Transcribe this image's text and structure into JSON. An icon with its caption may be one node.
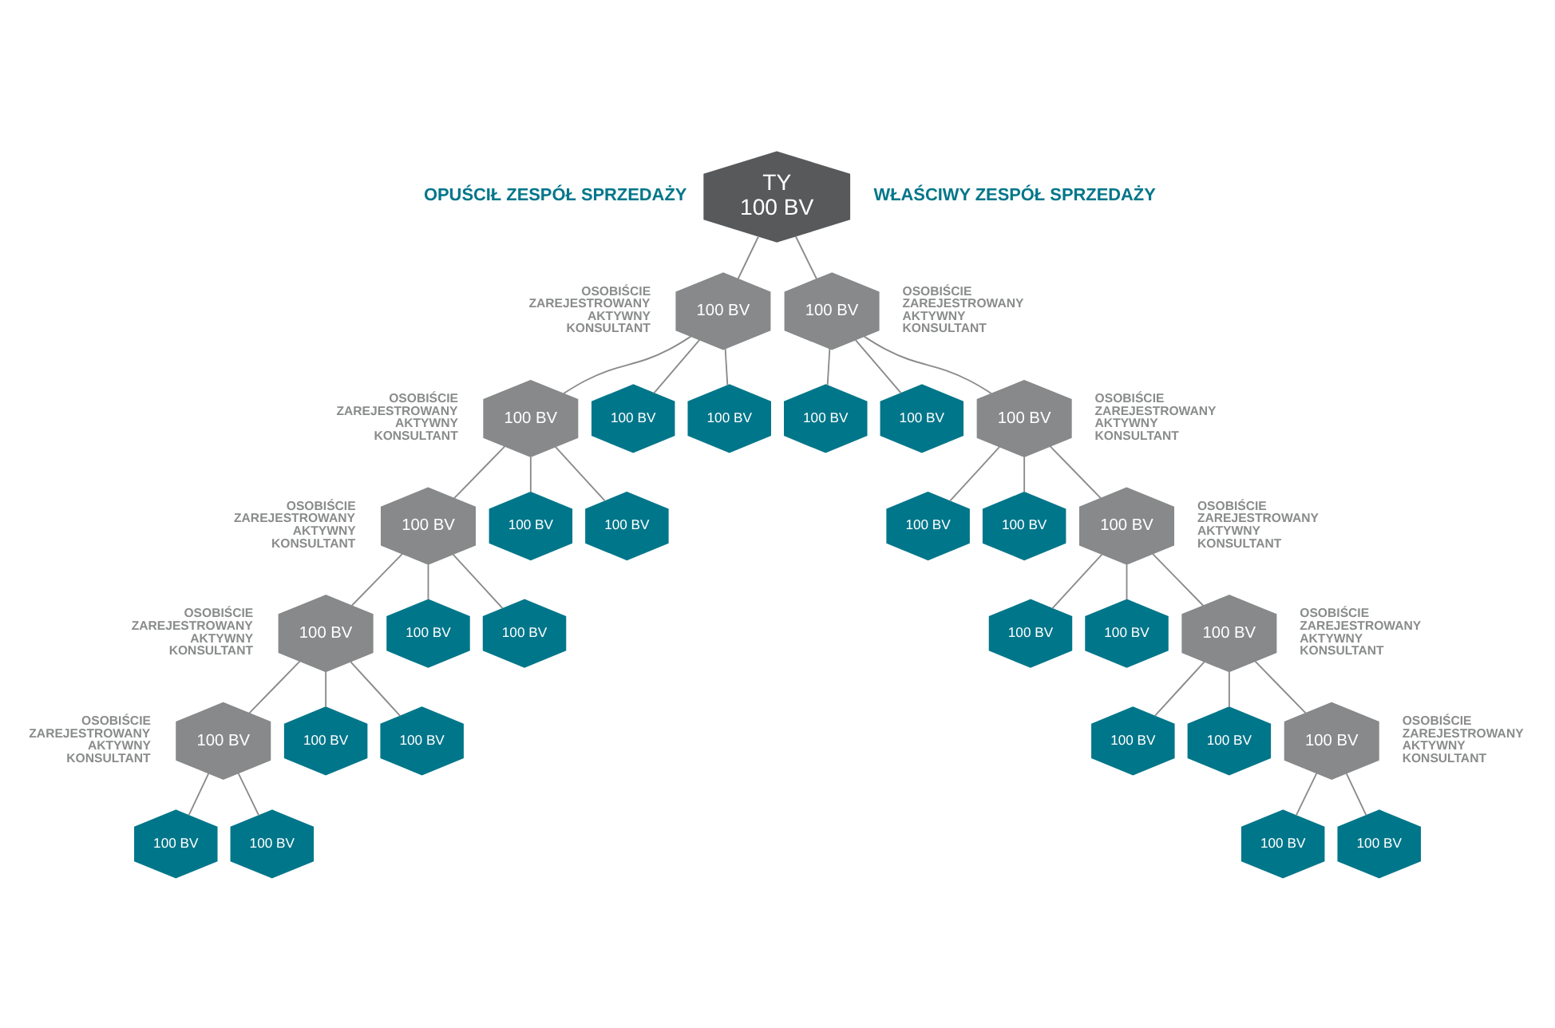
{
  "diagram": {
    "nodes": [
      {
        "text": [
          "TY",
          "100 BV"
        ]
      },
      {
        "text": [
          "100 BV"
        ],
        "beside": [
          "OSOBIŚCIE ZAREJESTROWANY AKTYWNY KONSULTANT"
        ]
      },
      {
        "text": [
          "100 BV"
        ]
      },
      {
        "text": [
          "100 BV"
        ]
      },
      {
        "text": [
          "100 BV"
        ],
        "beside": [
          "OSOBIŚCIE ZAREJESTROWANY AKTYWNY KONSULTANT"
        ]
      },
      {
        "text": [
          "100 BV"
        ]
      },
      {
        "text": [
          "100 BV"
        ]
      },
      {
        "text": [
          "100 BV"
        ],
        "beside": [
          "OSOBIŚCIE ZAREJESTROWANY AKTYWNY KONSULTANT"
        ]
      },
      {
        "text": [
          "100 BV"
        ]
      },
      {
        "text": [
          "100 BV"
        ]
      },
      {
        "text": [
          "100 BV"
        ],
        "beside": [
          "OSOBIŚCIE ZAREJESTROWANY AKTYWNY KONSULTANT"
        ]
      },
      {
        "text": [
          "100 BV"
        ]
      },
      {
        "text": [
          "100 BV"
        ]
      },
      {
        "text": [
          "100 BV"
        ],
        "beside": [
          "OSOBIŚCIE ZAREJESTROWANY AKTYWNY KONSULTANT"
        ]
      },
      {
        "text": [
          "100 BV"
        ]
      },
      {
        "text": [
          "100 BV"
        ]
      },
      {
        "text": [
          "100 BV"
        ],
        "beside": [
          "OSOBIŚCIE ZAREJESTROWANY AKTYWNY KONSULTANT"
        ]
      },
      {
        "text": [
          "100 BV"
        ]
      },
      {
        "text": [
          "100 BV"
        ]
      },
      {
        "text": [
          "100 BV"
        ],
        "beside": [
          "OSOBIŚCIE ZAREJESTROWANY AKTYWNY KONSULTANT"
        ]
      },
      {
        "text": [
          "100 BV"
        ]
      },
      {
        "text": [
          "100 BV"
        ]
      },
      {
        "text": [
          "100 BV"
        ],
        "beside": [
          "OSOBIŚCIE ZAREJESTROWANY AKTYWNY KONSULTANT"
        ]
      },
      {
        "text": [
          "100 BV"
        ]
      },
      {
        "text": [
          "100 BV"
        ]
      },
      {
        "text": [
          "100 BV"
        ],
        "beside": [
          "OSOBIŚCIE ZAREJESTROWANY AKTYWNY KONSULTANT"
        ]
      },
      {
        "text": [
          "100 BV"
        ]
      },
      {
        "text": [
          "100 BV"
        ]
      },
      {
        "text": [
          "100 BV"
        ],
        "beside": [
          "OSOBIŚCIE ZAREJESTROWANY AKTYWNY KONSULTANT"
        ]
      },
      {
        "text": [
          "100 BV"
        ]
      },
      {
        "text": [
          "100 BV"
        ]
      }
    ],
    "edges": [
      {
        "from": 0,
        "to": 1,
        "arrow": "none"
      },
      {
        "from": 0,
        "to": 16,
        "arrow": "none"
      },
      {
        "from": 1,
        "to": 2,
        "arrow": "none"
      },
      {
        "from": 1,
        "to": 3,
        "arrow": "none"
      },
      {
        "from": 1,
        "to": 4,
        "arrow": "none"
      },
      {
        "from": 4,
        "to": 5,
        "arrow": "none"
      },
      {
        "from": 4,
        "to": 6,
        "arrow": "none"
      },
      {
        "from": 4,
        "to": 7,
        "arrow": "none"
      },
      {
        "from": 7,
        "to": 8,
        "arrow": "none"
      },
      {
        "from": 7,
        "to": 9,
        "arrow": "none"
      },
      {
        "from": 7,
        "to": 10,
        "arrow": "none"
      },
      {
        "from": 10,
        "to": 11,
        "arrow": "none"
      },
      {
        "from": 10,
        "to": 12,
        "arrow": "none"
      },
      {
        "from": 10,
        "to": 13,
        "arrow": "none"
      },
      {
        "from": 13,
        "to": 14,
        "arrow": "none"
      },
      {
        "from": 13,
        "to": 15,
        "arrow": "none"
      },
      {
        "from": 16,
        "to": 17,
        "arrow": "none"
      },
      {
        "from": 16,
        "to": 18,
        "arrow": "none"
      },
      {
        "from": 16,
        "to": 19,
        "arrow": "none"
      },
      {
        "from": 19,
        "to": 20,
        "arrow": "none"
      },
      {
        "from": 19,
        "to": 21,
        "arrow": "none"
      },
      {
        "from": 19,
        "to": 22,
        "arrow": "none"
      },
      {
        "from": 22,
        "to": 23,
        "arrow": "none"
      },
      {
        "from": 22,
        "to": 24,
        "arrow": "none"
      },
      {
        "from": 22,
        "to": 25,
        "arrow": "none"
      },
      {
        "from": 25,
        "to": 26,
        "arrow": "none"
      },
      {
        "from": 25,
        "to": 27,
        "arrow": "none"
      },
      {
        "from": 25,
        "to": 28,
        "arrow": "none"
      },
      {
        "from": 28,
        "to": 29,
        "arrow": "none"
      },
      {
        "from": 28,
        "to": 30,
        "arrow": "none"
      }
    ],
    "labels": [
      "OPUŚCIŁ ZESPÓŁ SPRZEDAŻY",
      "WŁAŚCIWY ZESPÓŁ SPRZEDAŻY"
    ]
  }
}
